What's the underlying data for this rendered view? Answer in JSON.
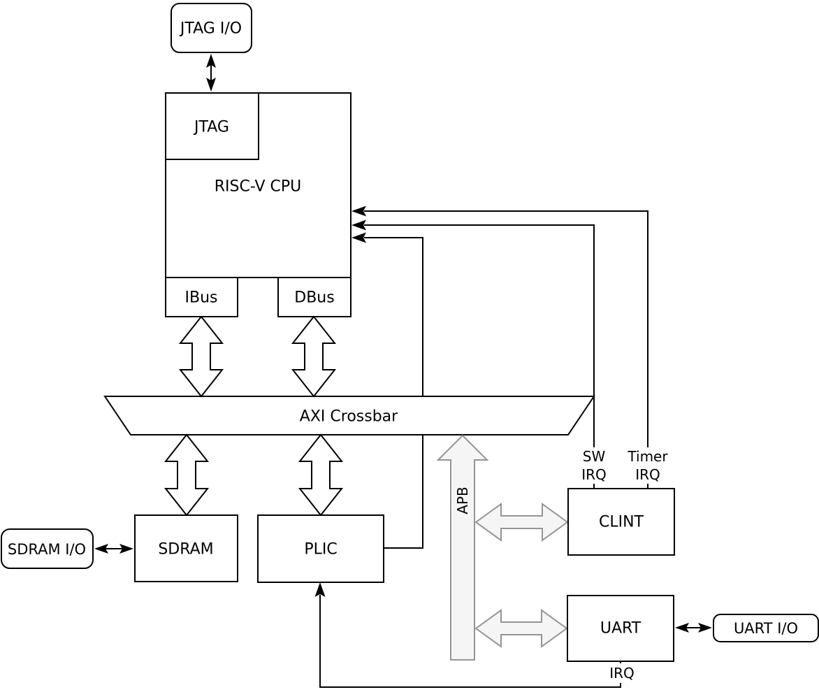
{
  "blocks": {
    "jtag_io": "JTAG I/O",
    "jtag": "JTAG",
    "cpu": "RISC-V CPU",
    "ibus": "IBus",
    "dbus": "DBus",
    "axi_crossbar": "AXI Crossbar",
    "sdram_io": "SDRAM I/O",
    "sdram": "SDRAM",
    "plic": "PLIC",
    "clint": "CLINT",
    "uart": "UART",
    "uart_io": "UART I/O"
  },
  "labels": {
    "apb_bus": "APB",
    "sw_irq_line1": "SW",
    "sw_irq_line2": "IRQ",
    "timer_irq_line1": "Timer",
    "timer_irq_line2": "IRQ",
    "uart_irq": "IRQ"
  },
  "colors": {
    "line": "#000000",
    "block_fill": "#ffffff",
    "apb_fill": "#f5f5f5",
    "apb_stroke": "#949494",
    "background": "#ffffff"
  }
}
